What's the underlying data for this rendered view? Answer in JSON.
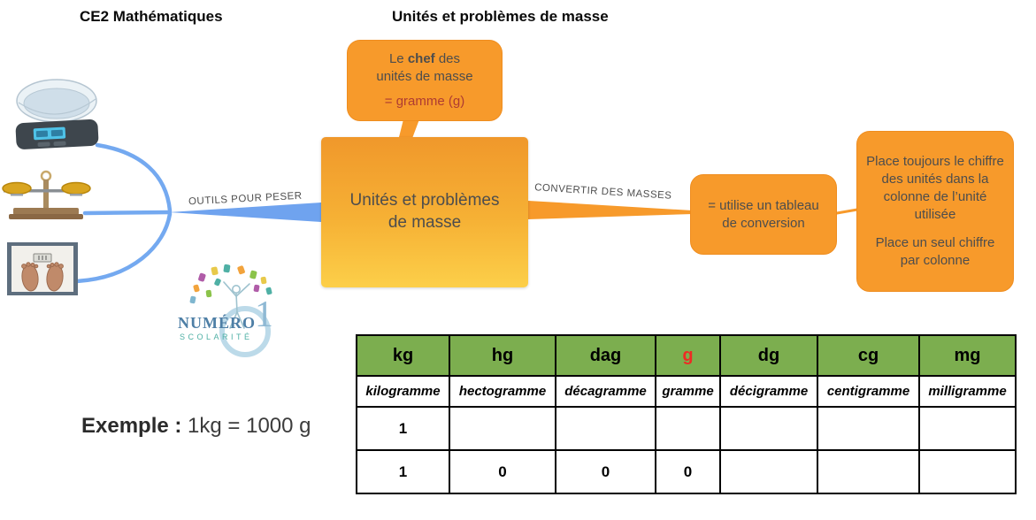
{
  "header": {
    "course": "CE2 Mathématiques",
    "lesson": "Unités et problèmes de masse"
  },
  "mindmap": {
    "center": "Unités et problèmes de masse",
    "chef": {
      "pre": "Le ",
      "bold": "chef",
      "post": " des",
      "line2": "unités de masse",
      "highlight": "= gramme (g)"
    },
    "branch_tools": "OUTILS POUR PESER",
    "branch_convert": "CONVERTIR DES MASSES",
    "conversion": "= utilise un tableau de conversion",
    "rules": {
      "para1": "Place toujours le chiffre des unités dans la colonne de l’unité utilisée",
      "para2": "Place un seul chiffre par colonne"
    }
  },
  "icons": {
    "kitchen_scale": "digital-kitchen-scale-with-bowl",
    "balance_scale": "two-pan-balance-scale",
    "bathroom_scale": "bathroom-scale-with-feet"
  },
  "logo": {
    "name": "NUMÉRO",
    "one": "1",
    "subtitle": "SCOLARITÉ"
  },
  "example": {
    "label": "Exemple :",
    "value": " 1kg = 1000 g"
  },
  "table": {
    "headers": [
      "kg",
      "hg",
      "dag",
      "g",
      "dg",
      "cg",
      "mg"
    ],
    "highlighted_header": "g",
    "subheaders": [
      "kilogramme",
      "hectogramme",
      "décagramme",
      "gramme",
      "décigramme",
      "centigramme",
      "milligramme"
    ],
    "rows": [
      [
        "1",
        "",
        "",
        "",
        "",
        "",
        ""
      ],
      [
        "1",
        "0",
        "0",
        "0",
        "",
        "",
        ""
      ]
    ]
  },
  "colors": {
    "orange": "#F79A2B",
    "gradient_top": "#F0982B",
    "gradient_bottom": "#FCCF49",
    "blue_branch": "#6FA3EF",
    "green_header": "#7CAE4F",
    "red_unit": "#EE2B24",
    "dark_red": "#AE3B32",
    "node_text": "#4D4D4D"
  }
}
